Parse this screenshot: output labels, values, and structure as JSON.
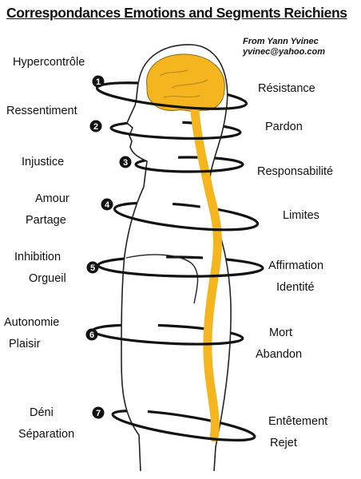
{
  "title": "Correspondances Emotions and Segments Reichiens",
  "credit": {
    "line1": "From Yann Yvinec",
    "line2": "yvinec@yahoo.com"
  },
  "segments": [
    {
      "number": "1",
      "left": [
        "Hypercontrôle"
      ],
      "right": [
        "Résistance"
      ]
    },
    {
      "number": "2",
      "left": [
        "Ressentiment"
      ],
      "right": [
        "Pardon"
      ]
    },
    {
      "number": "3",
      "left": [
        "Injustice"
      ],
      "right": [
        "Responsabilité"
      ]
    },
    {
      "number": "4",
      "left": [
        "Amour",
        "Partage"
      ],
      "right": [
        "Limites"
      ]
    },
    {
      "number": "5",
      "left": [
        "Inhibition",
        "Orgueil"
      ],
      "right": [
        "Affirmation",
        "Identité"
      ]
    },
    {
      "number": "6",
      "left": [
        "Autonomie",
        "Plaisir"
      ],
      "right": [
        "Mort",
        "Abandon"
      ]
    },
    {
      "number": "7",
      "left": [
        "Déni",
        "Séparation"
      ],
      "right": [
        "Entêtement",
        "Rejet"
      ]
    }
  ],
  "colors": {
    "brain": "#f4b51f",
    "spine": "#f4b51f",
    "outline": "#222222",
    "ring": "#111111"
  }
}
